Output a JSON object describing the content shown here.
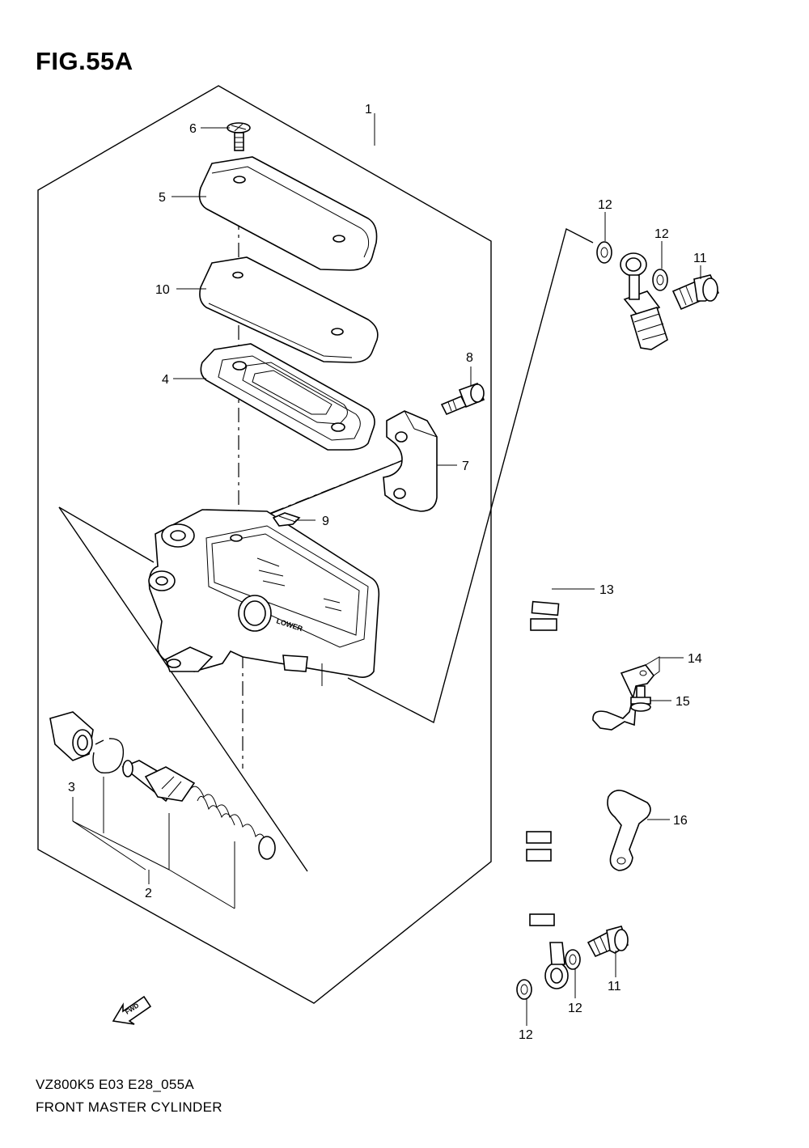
{
  "figure": {
    "title": "FIG.55A"
  },
  "caption": {
    "code": "VZ800K5 E03 E28_055A",
    "name": "FRONT MASTER CYLINDER"
  },
  "callouts": {
    "c1": "1",
    "c2": "2",
    "c3": "3",
    "c4": "4",
    "c5": "5",
    "c6": "6",
    "c7": "7",
    "c8": "8",
    "c9": "9",
    "c10": "10",
    "c11a": "11",
    "c11b": "11",
    "c12a": "12",
    "c12b": "12",
    "c12c": "12",
    "c12d": "12",
    "c13": "13",
    "c14": "14",
    "c15": "15",
    "c16": "16"
  },
  "embossed": {
    "lower": "LOWER",
    "fwd": "FWD"
  },
  "icons": {
    "direction": "fwd-arrow-icon"
  }
}
